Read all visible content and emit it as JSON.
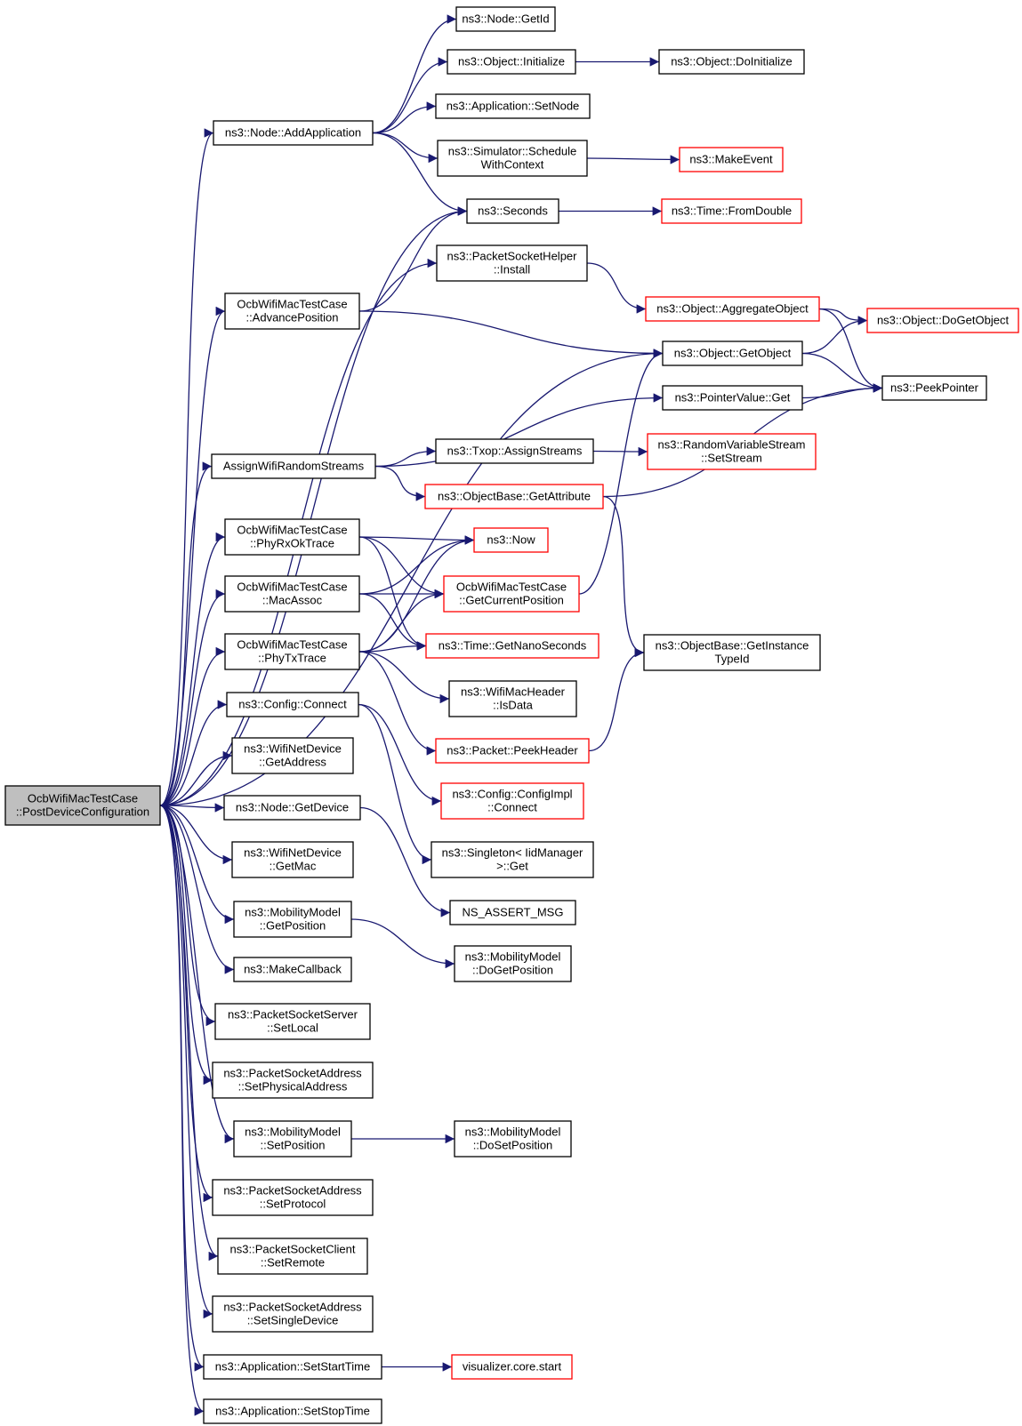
{
  "colors": {
    "edge": "#191970",
    "truncated_border": "#ff0000",
    "normal_border": "#000000",
    "root_fill": "#bfbfbf"
  },
  "nodes": [
    {
      "id": "root",
      "lines": [
        "OcbWifiMacTestCase",
        "::PostDeviceConfiguration"
      ],
      "style": "root"
    },
    {
      "id": "nodeGetId",
      "lines": [
        "ns3::Node::GetId"
      ],
      "style": "normal"
    },
    {
      "id": "objInit",
      "lines": [
        "ns3::Object::Initialize"
      ],
      "style": "normal"
    },
    {
      "id": "objDoInit",
      "lines": [
        "ns3::Object::DoInitialize"
      ],
      "style": "normal"
    },
    {
      "id": "appSetNode",
      "lines": [
        "ns3::Application::SetNode"
      ],
      "style": "normal"
    },
    {
      "id": "nodeAddApp",
      "lines": [
        "ns3::Node::AddApplication"
      ],
      "style": "normal"
    },
    {
      "id": "simSched",
      "lines": [
        "ns3::Simulator::Schedule",
        "WithContext"
      ],
      "style": "normal"
    },
    {
      "id": "makeEvent",
      "lines": [
        "ns3::MakeEvent"
      ],
      "style": "red"
    },
    {
      "id": "seconds",
      "lines": [
        "ns3::Seconds"
      ],
      "style": "normal"
    },
    {
      "id": "fromDouble",
      "lines": [
        "ns3::Time::FromDouble"
      ],
      "style": "red"
    },
    {
      "id": "psHelperInstall",
      "lines": [
        "ns3::PacketSocketHelper",
        "::Install"
      ],
      "style": "normal"
    },
    {
      "id": "aggObj",
      "lines": [
        "ns3::Object::AggregateObject"
      ],
      "style": "red"
    },
    {
      "id": "doGetObj",
      "lines": [
        "ns3::Object::DoGetObject"
      ],
      "style": "red"
    },
    {
      "id": "advPos",
      "lines": [
        "OcbWifiMacTestCase",
        "::AdvancePosition"
      ],
      "style": "normal"
    },
    {
      "id": "getObj",
      "lines": [
        "ns3::Object::GetObject"
      ],
      "style": "normal"
    },
    {
      "id": "peekPtr",
      "lines": [
        "ns3::PeekPointer"
      ],
      "style": "normal"
    },
    {
      "id": "ptrValGet",
      "lines": [
        "ns3::PointerValue::Get"
      ],
      "style": "normal"
    },
    {
      "id": "assignWifi",
      "lines": [
        "AssignWifiRandomStreams"
      ],
      "style": "normal"
    },
    {
      "id": "txopAssign",
      "lines": [
        "ns3::Txop::AssignStreams"
      ],
      "style": "normal"
    },
    {
      "id": "rvsSetStream",
      "lines": [
        "ns3::RandomVariableStream",
        "::SetStream"
      ],
      "style": "red"
    },
    {
      "id": "objBaseGetAttr",
      "lines": [
        "ns3::ObjectBase::GetAttribute"
      ],
      "style": "red"
    },
    {
      "id": "phyRxOk",
      "lines": [
        "OcbWifiMacTestCase",
        "::PhyRxOkTrace"
      ],
      "style": "normal"
    },
    {
      "id": "now",
      "lines": [
        "ns3::Now"
      ],
      "style": "red"
    },
    {
      "id": "macAssoc",
      "lines": [
        "OcbWifiMacTestCase",
        "::MacAssoc"
      ],
      "style": "normal"
    },
    {
      "id": "getCurPos",
      "lines": [
        "OcbWifiMacTestCase",
        "::GetCurrentPosition"
      ],
      "style": "red"
    },
    {
      "id": "objBaseGetInst",
      "lines": [
        "ns3::ObjectBase::GetInstance",
        "TypeId"
      ],
      "style": "normal"
    },
    {
      "id": "phyTx",
      "lines": [
        "OcbWifiMacTestCase",
        "::PhyTxTrace"
      ],
      "style": "normal"
    },
    {
      "id": "getNano",
      "lines": [
        "ns3::Time::GetNanoSeconds"
      ],
      "style": "red"
    },
    {
      "id": "isData",
      "lines": [
        "ns3::WifiMacHeader",
        "::IsData"
      ],
      "style": "normal"
    },
    {
      "id": "cfgConnect",
      "lines": [
        "ns3::Config::Connect"
      ],
      "style": "normal"
    },
    {
      "id": "peekHeader",
      "lines": [
        "ns3::Packet::PeekHeader"
      ],
      "style": "red"
    },
    {
      "id": "wndGetAddr",
      "lines": [
        "ns3::WifiNetDevice",
        "::GetAddress"
      ],
      "style": "normal"
    },
    {
      "id": "cfgImplConnect",
      "lines": [
        "ns3::Config::ConfigImpl",
        "::Connect"
      ],
      "style": "red"
    },
    {
      "id": "nodeGetDevice",
      "lines": [
        "ns3::Node::GetDevice"
      ],
      "style": "normal"
    },
    {
      "id": "wndGetMac",
      "lines": [
        "ns3::WifiNetDevice",
        "::GetMac"
      ],
      "style": "normal"
    },
    {
      "id": "singletonGet",
      "lines": [
        "ns3::Singleton< IidManager",
        ">::Get"
      ],
      "style": "normal"
    },
    {
      "id": "nsAssert",
      "lines": [
        "NS_ASSERT_MSG"
      ],
      "style": "normal"
    },
    {
      "id": "mmGetPos",
      "lines": [
        "ns3::MobilityModel",
        "::GetPosition"
      ],
      "style": "normal"
    },
    {
      "id": "mmDoGetPos",
      "lines": [
        "ns3::MobilityModel",
        "::DoGetPosition"
      ],
      "style": "normal"
    },
    {
      "id": "makeCallback",
      "lines": [
        "ns3::MakeCallback"
      ],
      "style": "normal"
    },
    {
      "id": "pssSetLocal",
      "lines": [
        "ns3::PacketSocketServer",
        "::SetLocal"
      ],
      "style": "normal"
    },
    {
      "id": "psaSetPhys",
      "lines": [
        "ns3::PacketSocketAddress",
        "::SetPhysicalAddress"
      ],
      "style": "normal"
    },
    {
      "id": "mmSetPos",
      "lines": [
        "ns3::MobilityModel",
        "::SetPosition"
      ],
      "style": "normal"
    },
    {
      "id": "mmDoSetPos",
      "lines": [
        "ns3::MobilityModel",
        "::DoSetPosition"
      ],
      "style": "normal"
    },
    {
      "id": "psaSetProto",
      "lines": [
        "ns3::PacketSocketAddress",
        "::SetProtocol"
      ],
      "style": "normal"
    },
    {
      "id": "pscSetRemote",
      "lines": [
        "ns3::PacketSocketClient",
        "::SetRemote"
      ],
      "style": "normal"
    },
    {
      "id": "psaSetSingle",
      "lines": [
        "ns3::PacketSocketAddress",
        "::SetSingleDevice"
      ],
      "style": "normal"
    },
    {
      "id": "appSetStart",
      "lines": [
        "ns3::Application::SetStartTime"
      ],
      "style": "normal"
    },
    {
      "id": "vizStart",
      "lines": [
        "visualizer.core.start"
      ],
      "style": "red"
    },
    {
      "id": "appSetStop",
      "lines": [
        "ns3::Application::SetStopTime"
      ],
      "style": "normal"
    }
  ],
  "edges": [
    [
      "root",
      "nodeAddApp"
    ],
    [
      "root",
      "seconds"
    ],
    [
      "root",
      "psHelperInstall"
    ],
    [
      "root",
      "advPos"
    ],
    [
      "root",
      "getObj"
    ],
    [
      "root",
      "assignWifi"
    ],
    [
      "root",
      "phyRxOk"
    ],
    [
      "root",
      "macAssoc"
    ],
    [
      "root",
      "phyTx"
    ],
    [
      "root",
      "cfgConnect"
    ],
    [
      "root",
      "wndGetAddr"
    ],
    [
      "root",
      "nodeGetDevice"
    ],
    [
      "root",
      "wndGetMac"
    ],
    [
      "root",
      "mmGetPos"
    ],
    [
      "root",
      "makeCallback"
    ],
    [
      "root",
      "pssSetLocal"
    ],
    [
      "root",
      "psaSetPhys"
    ],
    [
      "root",
      "mmSetPos"
    ],
    [
      "root",
      "psaSetProto"
    ],
    [
      "root",
      "pscSetRemote"
    ],
    [
      "root",
      "psaSetSingle"
    ],
    [
      "root",
      "appSetStart"
    ],
    [
      "root",
      "appSetStop"
    ],
    [
      "nodeAddApp",
      "nodeGetId"
    ],
    [
      "nodeAddApp",
      "objInit"
    ],
    [
      "nodeAddApp",
      "appSetNode"
    ],
    [
      "nodeAddApp",
      "simSched"
    ],
    [
      "nodeAddApp",
      "seconds"
    ],
    [
      "objInit",
      "objDoInit"
    ],
    [
      "simSched",
      "makeEvent"
    ],
    [
      "seconds",
      "fromDouble"
    ],
    [
      "psHelperInstall",
      "aggObj"
    ],
    [
      "aggObj",
      "doGetObj"
    ],
    [
      "aggObj",
      "peekPtr"
    ],
    [
      "advPos",
      "seconds"
    ],
    [
      "advPos",
      "getObj"
    ],
    [
      "getObj",
      "doGetObj"
    ],
    [
      "getObj",
      "peekPtr"
    ],
    [
      "ptrValGet",
      "peekPtr"
    ],
    [
      "assignWifi",
      "ptrValGet"
    ],
    [
      "assignWifi",
      "txopAssign"
    ],
    [
      "assignWifi",
      "objBaseGetAttr"
    ],
    [
      "txopAssign",
      "rvsSetStream"
    ],
    [
      "objBaseGetAttr",
      "peekPtr"
    ],
    [
      "objBaseGetAttr",
      "objBaseGetInst"
    ],
    [
      "phyRxOk",
      "now"
    ],
    [
      "phyRxOk",
      "getCurPos"
    ],
    [
      "phyRxOk",
      "getNano"
    ],
    [
      "macAssoc",
      "now"
    ],
    [
      "macAssoc",
      "getCurPos"
    ],
    [
      "macAssoc",
      "getNano"
    ],
    [
      "getCurPos",
      "getObj"
    ],
    [
      "phyTx",
      "now"
    ],
    [
      "phyTx",
      "getCurPos"
    ],
    [
      "phyTx",
      "getNano"
    ],
    [
      "phyTx",
      "isData"
    ],
    [
      "phyTx",
      "peekHeader"
    ],
    [
      "peekHeader",
      "objBaseGetInst"
    ],
    [
      "cfgConnect",
      "cfgImplConnect"
    ],
    [
      "cfgConnect",
      "singletonGet"
    ],
    [
      "nodeGetDevice",
      "nsAssert"
    ],
    [
      "mmGetPos",
      "mmDoGetPos"
    ],
    [
      "mmSetPos",
      "mmDoSetPos"
    ],
    [
      "appSetStart",
      "vizStart"
    ]
  ]
}
